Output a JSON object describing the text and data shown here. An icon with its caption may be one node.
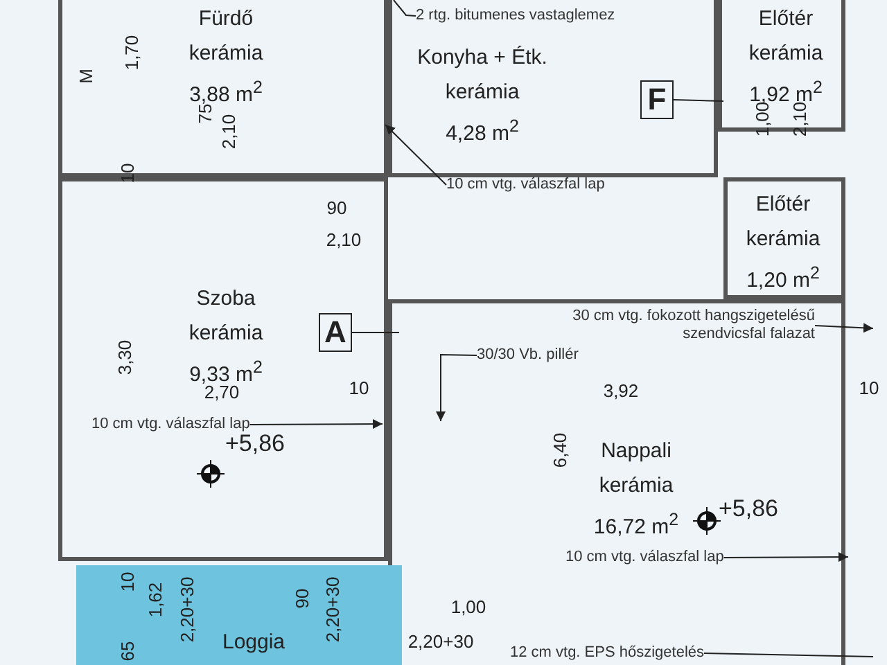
{
  "diagram": {
    "nodes": [
      {
        "text": [
          "Fürdő",
          "kerámia",
          "3,88 m$^{2}$"
        ]
      },
      {
        "text": [
          "2 rtg. bitumenes vastaglemez"
        ],
        "in": 2
      },
      {
        "text": [
          "Konyha + Étk.",
          "kerámia",
          "4,28 m$^{2}$"
        ]
      },
      {
        "text": [
          "F"
        ],
        "in": 2
      },
      {
        "text": [
          "Előtér",
          "kerámia",
          "1,92 m$^{2}$"
        ]
      },
      {
        "text": [
          "10 cm vtg. válaszfal lap"
        ]
      },
      {
        "text": [
          "Előtér",
          "kerámia",
          "1,20 m$^{2}$"
        ]
      },
      {
        "text": [
          "Szoba",
          "kerámia",
          "9,33 m$^{2}$"
        ]
      },
      {
        "text": [
          "A"
        ],
        "in": 7
      },
      {
        "text": [
          "30 cm vtg. fokozott hangszigetelésű szendvicsfal falazat"
        ],
        "in": 12
      },
      {
        "text": [
          "30/30 Vb. pillér"
        ],
        "in": 12
      },
      {
        "text": [
          "10 cm vtg. válaszfal lap"
        ],
        "in": 7
      },
      {
        "text": [
          "Nappali",
          "kerámia",
          "16,72 m$^{2}$"
        ]
      },
      {
        "text": [
          "10 cm vtg. válaszfal lap"
        ],
        "in": 12
      },
      {
        "text": [
          "Loggia"
        ]
      },
      {
        "text": [
          "12 cm vtg. EPS hőszigetelés"
        ],
        "in": 12
      }
    ],
    "edges": [
      {
        "from": 1,
        "to": 2,
        "arrow": "none"
      },
      {
        "from": 3,
        "to": 4,
        "arrow": "none"
      },
      {
        "from": 5,
        "to": 0,
        "arrow": "to"
      },
      {
        "from": 8,
        "to": 12,
        "arrow": "none"
      },
      {
        "from": 9,
        "to": 12,
        "arrow": "to"
      },
      {
        "from": 10,
        "to": 12,
        "arrow": "to"
      },
      {
        "from": 11,
        "to": 7,
        "arrow": "to"
      },
      {
        "from": 13,
        "to": 12,
        "arrow": "to"
      },
      {
        "from": 15,
        "to": null,
        "arrow": "none"
      }
    ],
    "labels": [
      "1,70",
      "M",
      "75",
      "2,10",
      "10",
      "90",
      "2,10",
      "1,00",
      "2,10",
      "3,30",
      "2,70",
      "10",
      "3,92",
      "10",
      "+5,86",
      "6,40",
      "+5,86",
      "10",
      "1,62",
      "2,20+30",
      "90",
      "2,20+30",
      "1,00",
      "65",
      "2,20+30"
    ]
  }
}
